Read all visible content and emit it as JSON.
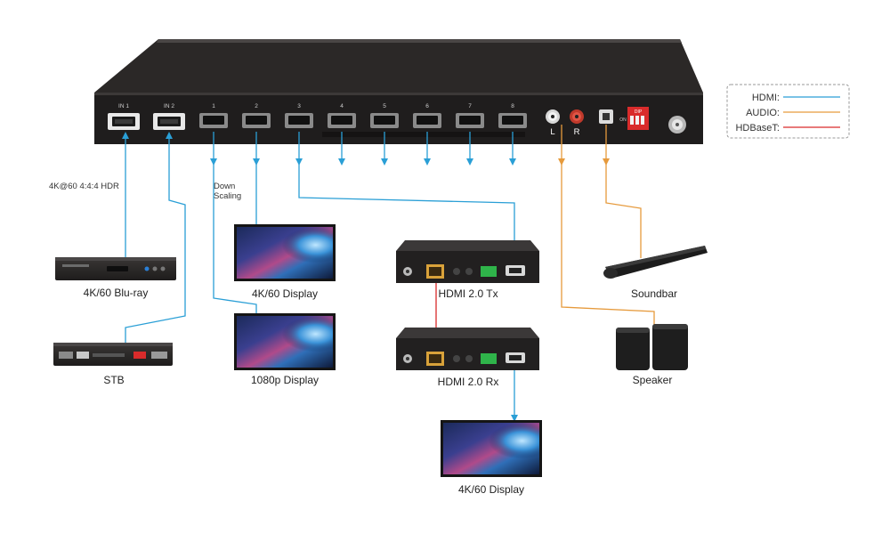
{
  "colors": {
    "hdmi": "#2a9fd6",
    "audio": "#e69a3c",
    "hdbaset": "#d92b2b",
    "panel": "#2b2827"
  },
  "switcher": {
    "input_labels": [
      "IN 1",
      "IN 2"
    ],
    "output_labels": [
      "1",
      "2",
      "3",
      "4",
      "5",
      "6",
      "7",
      "8"
    ],
    "audio_labels": [
      "L",
      "R"
    ],
    "dip_labels": [
      "ON",
      "DIP"
    ]
  },
  "annotations": {
    "hdr_note": "4K@60 4:4:4 HDR",
    "down_scaling": "Down\nScaling"
  },
  "devices": {
    "bluray": "4K/60 Blu-ray",
    "stb": "STB",
    "display_4k_top": "4K/60 Display",
    "display_1080p": "1080p Display",
    "tx": "HDMI 2.0 Tx",
    "rx": "HDMI 2.0 Rx",
    "display_4k_bottom": "4K/60 Display",
    "soundbar": "Soundbar",
    "speaker": "Speaker"
  },
  "legend": [
    {
      "label": "HDMI:",
      "color_key": "hdmi"
    },
    {
      "label": "AUDIO:",
      "color_key": "audio"
    },
    {
      "label": "HDBaseT:",
      "color_key": "hdbaset"
    }
  ]
}
